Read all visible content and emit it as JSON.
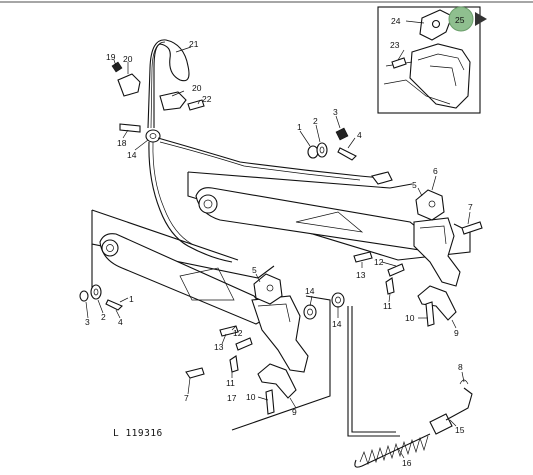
{
  "figure": {
    "reference": "L 119316",
    "inset_badge": "25"
  },
  "callouts": [
    {
      "id": "c24",
      "text": "24"
    },
    {
      "id": "c23",
      "text": "23"
    },
    {
      "id": "c21",
      "text": "21"
    },
    {
      "id": "c19",
      "text": "19"
    },
    {
      "id": "c20a",
      "text": "20"
    },
    {
      "id": "c20b",
      "text": "20"
    },
    {
      "id": "c22",
      "text": "22"
    },
    {
      "id": "c18",
      "text": "18"
    },
    {
      "id": "c14a",
      "text": "14"
    },
    {
      "id": "c1a",
      "text": "1"
    },
    {
      "id": "c2a",
      "text": "2"
    },
    {
      "id": "c3a",
      "text": "3"
    },
    {
      "id": "c4a",
      "text": "4"
    },
    {
      "id": "c6",
      "text": "6"
    },
    {
      "id": "c5a",
      "text": "5"
    },
    {
      "id": "c7a",
      "text": "7"
    },
    {
      "id": "c12a",
      "text": "12"
    },
    {
      "id": "c13a",
      "text": "13"
    },
    {
      "id": "c11a",
      "text": "11"
    },
    {
      "id": "c10a",
      "text": "10"
    },
    {
      "id": "c9a",
      "text": "9"
    },
    {
      "id": "c3b",
      "text": "3"
    },
    {
      "id": "c2b",
      "text": "2"
    },
    {
      "id": "c4b",
      "text": "4"
    },
    {
      "id": "c1b",
      "text": "1"
    },
    {
      "id": "c5b",
      "text": "5"
    },
    {
      "id": "c14b",
      "text": "14"
    },
    {
      "id": "c14c",
      "text": "14"
    },
    {
      "id": "c12b",
      "text": "12"
    },
    {
      "id": "c13b",
      "text": "13"
    },
    {
      "id": "c11b",
      "text": "11"
    },
    {
      "id": "c7b",
      "text": "7"
    },
    {
      "id": "c17",
      "text": "17"
    },
    {
      "id": "c10b",
      "text": "10"
    },
    {
      "id": "c9b",
      "text": "9"
    },
    {
      "id": "c8",
      "text": "8"
    },
    {
      "id": "c15",
      "text": "15"
    },
    {
      "id": "c16",
      "text": "16"
    }
  ]
}
